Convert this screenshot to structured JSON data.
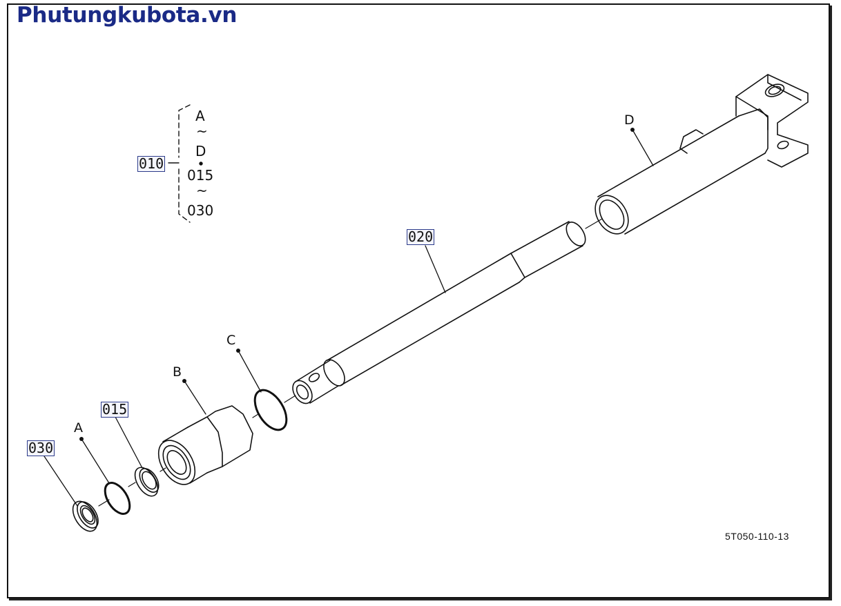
{
  "header": {
    "brand": "Phutungkubota.vn"
  },
  "legend": {
    "group_callout": "010",
    "items": [
      "A",
      "~",
      "D",
      "015",
      "~",
      "030"
    ]
  },
  "callouts": {
    "shaft": "020",
    "bushing": "015",
    "seal": "030"
  },
  "letters": {
    "a": "A",
    "b": "B",
    "c": "C",
    "d": "D"
  },
  "drawing_code": "5T050-110-13"
}
